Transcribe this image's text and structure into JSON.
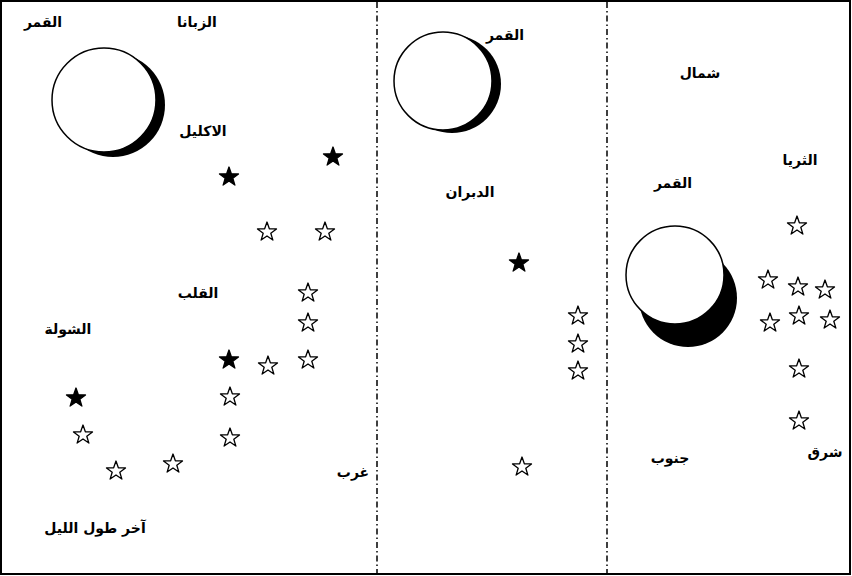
{
  "diagram": {
    "labels": [
      "شمال",
      "الثريا",
      "القمر",
      "شرق",
      "جنوب",
      "القمر",
      "الدبران",
      "القمر",
      "الزبانا",
      "الاكليل",
      "القلب",
      "الشولة",
      "غرب",
      "آخر طول الليل"
    ]
  }
}
